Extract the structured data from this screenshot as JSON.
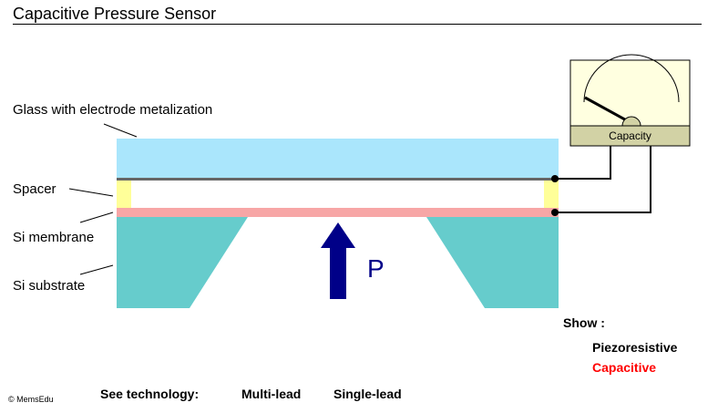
{
  "title": "Capacitive Pressure Sensor",
  "labels": {
    "glass": "Glass with electrode metalization",
    "spacer": "Spacer",
    "membrane": "Si membrane",
    "substrate": "Si substrate"
  },
  "pressure_label": "P",
  "meter_label": "Capacity",
  "show": {
    "title": "Show :",
    "options": [
      "Piezoresistive",
      "Capacitive"
    ],
    "selected": "Capacitive"
  },
  "technology": {
    "label": "See technology:",
    "options": [
      "Multi-lead",
      "Single-lead"
    ]
  },
  "copyright": "© MemsEdu",
  "colors": {
    "glass": "#aae6fc",
    "electrode": "#666666",
    "spacer": "#ffff99",
    "membrane": "#f7a6a6",
    "substrate": "#66cccc",
    "arrow": "#000088",
    "meter_body": "#ffffe0",
    "meter_panel": "#d2d2a5",
    "selected_option": "#ff0000"
  }
}
